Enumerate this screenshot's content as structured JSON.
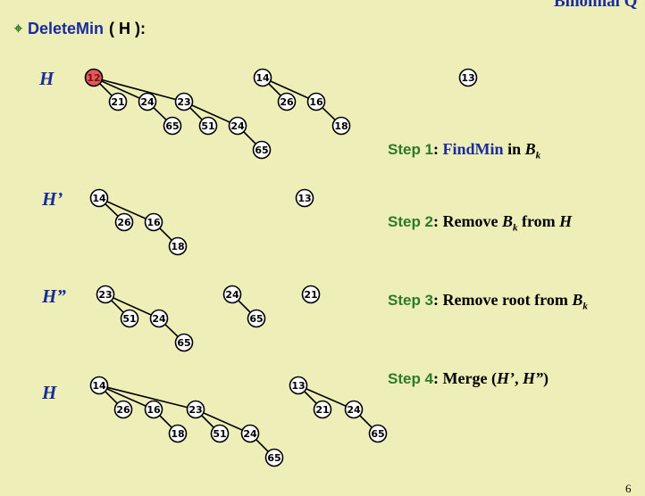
{
  "slide": {
    "header_title": "Binomial Q",
    "heading": {
      "bullet": "⌖",
      "function": "DeleteMin",
      "args": "( H ):"
    },
    "page_number": "6"
  },
  "rows": [
    {
      "label": "H"
    },
    {
      "label": "H’"
    },
    {
      "label": "H”"
    },
    {
      "label": "H"
    }
  ],
  "steps": [
    {
      "label": "Step 1",
      "parts": [
        ": ",
        "FindMin",
        " in ",
        "B",
        "k"
      ]
    },
    {
      "label": "Step 2",
      "parts": [
        ": Remove ",
        "B",
        "k",
        " from ",
        "H"
      ]
    },
    {
      "label": "Step 3",
      "parts": [
        ": Remove root from ",
        "B",
        "k"
      ]
    },
    {
      "label": "Step 4",
      "parts": [
        ": Merge (",
        "H’",
        ", ",
        "H”",
        ")"
      ]
    }
  ],
  "colors": {
    "min_node_fill": "#e05a5a",
    "node_fill": "#ffffff",
    "label_blue": "#1a2c9c",
    "step_green": "#2c7a2c",
    "background": "#eeeeb8"
  },
  "nodes": [
    {
      "id": "r1_12",
      "v": "12",
      "min": true
    },
    {
      "id": "r1_21",
      "v": "21"
    },
    {
      "id": "r1_24a",
      "v": "24"
    },
    {
      "id": "r1_23",
      "v": "23"
    },
    {
      "id": "r1_65a",
      "v": "65"
    },
    {
      "id": "r1_51",
      "v": "51"
    },
    {
      "id": "r1_24b",
      "v": "24"
    },
    {
      "id": "r1_65b",
      "v": "65"
    },
    {
      "id": "r1_14",
      "v": "14"
    },
    {
      "id": "r1_26",
      "v": "26"
    },
    {
      "id": "r1_16",
      "v": "16"
    },
    {
      "id": "r1_18",
      "v": "18"
    },
    {
      "id": "r1_13",
      "v": "13"
    },
    {
      "id": "r2_14",
      "v": "14"
    },
    {
      "id": "r2_26",
      "v": "26"
    },
    {
      "id": "r2_16",
      "v": "16"
    },
    {
      "id": "r2_18",
      "v": "18"
    },
    {
      "id": "r2_13",
      "v": "13"
    },
    {
      "id": "r3_23",
      "v": "23"
    },
    {
      "id": "r3_51",
      "v": "51"
    },
    {
      "id": "r3_24a",
      "v": "24"
    },
    {
      "id": "r3_65a",
      "v": "65"
    },
    {
      "id": "r3_24b",
      "v": "24"
    },
    {
      "id": "r3_65b",
      "v": "65"
    },
    {
      "id": "r3_21",
      "v": "21"
    },
    {
      "id": "r4_14",
      "v": "14"
    },
    {
      "id": "r4_26",
      "v": "26"
    },
    {
      "id": "r4_16",
      "v": "16"
    },
    {
      "id": "r4_23",
      "v": "23"
    },
    {
      "id": "r4_18",
      "v": "18"
    },
    {
      "id": "r4_51",
      "v": "51"
    },
    {
      "id": "r4_24",
      "v": "24"
    },
    {
      "id": "r4_65",
      "v": "65"
    },
    {
      "id": "r4_13",
      "v": "13"
    },
    {
      "id": "r4_21",
      "v": "21"
    },
    {
      "id": "r4_24b",
      "v": "24"
    },
    {
      "id": "r4_65b",
      "v": "65"
    }
  ],
  "edges": [
    [
      "r1_12",
      "r1_21"
    ],
    [
      "r1_12",
      "r1_24a"
    ],
    [
      "r1_12",
      "r1_23"
    ],
    [
      "r1_24a",
      "r1_65a"
    ],
    [
      "r1_23",
      "r1_51"
    ],
    [
      "r1_23",
      "r1_24b"
    ],
    [
      "r1_24b",
      "r1_65b"
    ],
    [
      "r1_14",
      "r1_26"
    ],
    [
      "r1_14",
      "r1_16"
    ],
    [
      "r1_16",
      "r1_18"
    ],
    [
      "r2_14",
      "r2_26"
    ],
    [
      "r2_14",
      "r2_16"
    ],
    [
      "r2_16",
      "r2_18"
    ],
    [
      "r3_23",
      "r3_51"
    ],
    [
      "r3_23",
      "r3_24a"
    ],
    [
      "r3_24a",
      "r3_65a"
    ],
    [
      "r3_24b",
      "r3_65b"
    ],
    [
      "r4_14",
      "r4_26"
    ],
    [
      "r4_14",
      "r4_16"
    ],
    [
      "r4_14",
      "r4_23"
    ],
    [
      "r4_16",
      "r4_18"
    ],
    [
      "r4_23",
      "r4_51"
    ],
    [
      "r4_23",
      "r4_24"
    ],
    [
      "r4_24",
      "r4_65"
    ],
    [
      "r4_13",
      "r4_21"
    ],
    [
      "r4_13",
      "r4_24b"
    ],
    [
      "r4_24b",
      "r4_65b"
    ]
  ]
}
